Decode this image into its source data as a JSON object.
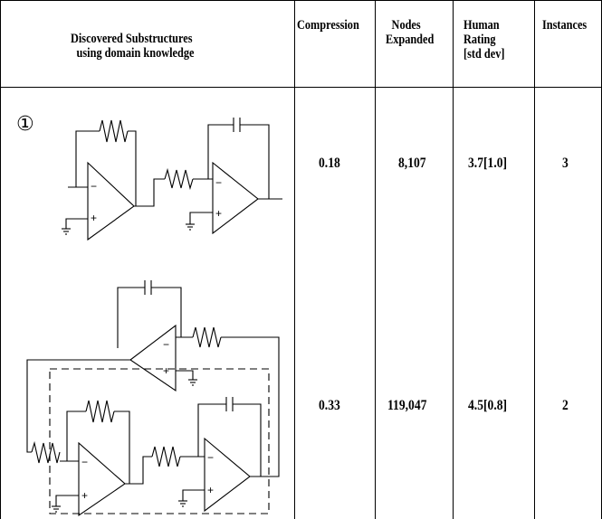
{
  "headers": {
    "substructures_line1": "Discovered Substructures",
    "substructures_line2": "using domain knowledge",
    "compression": "Compression",
    "nodes_line1": "Nodes",
    "nodes_line2": "Expanded",
    "rating_line1": "Human",
    "rating_line2": "Rating",
    "rating_line3": "[std dev]",
    "instances": "Instances"
  },
  "rows": [
    {
      "label": "①",
      "compression": "0.18",
      "nodes": "8,107",
      "rating": "3.7[1.0]",
      "instances": "3"
    },
    {
      "compression": "0.33",
      "nodes": "119,047",
      "rating": "4.5[0.8]",
      "instances": "2"
    }
  ]
}
